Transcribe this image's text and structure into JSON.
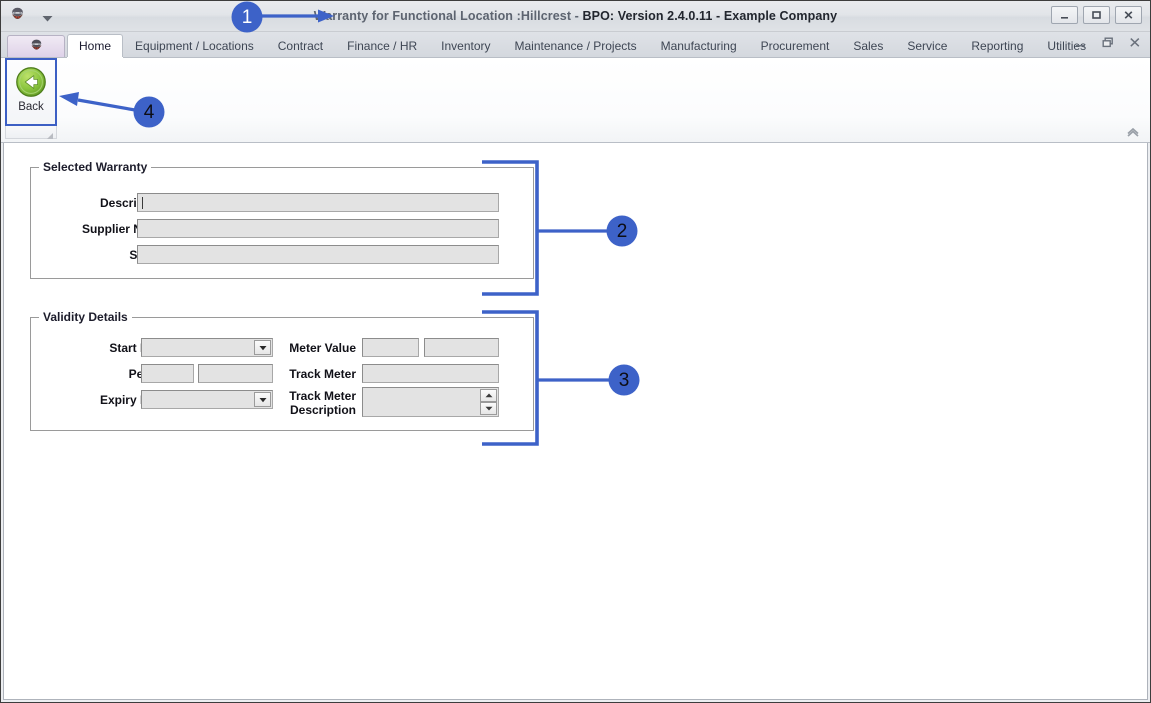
{
  "window": {
    "title_prefix": "Warranty for Functional Location :Hillcrest - ",
    "title_strong": "BPO: Version 2.4.0.11 - Example Company",
    "logo_icon": "app-logo-icon",
    "qat_dropdown_icon": "chevron-down-icon",
    "outer_controls": [
      {
        "name": "minimize-button",
        "glyph": "—"
      },
      {
        "name": "maximize-button",
        "glyph": "▭"
      },
      {
        "name": "close-button",
        "glyph": "✕"
      }
    ],
    "inner_controls": [
      {
        "name": "mdi-minimize-button",
        "glyph": "—"
      },
      {
        "name": "mdi-restore-button",
        "glyph": "❐"
      },
      {
        "name": "mdi-close-button",
        "glyph": "✕"
      }
    ]
  },
  "ribbon": {
    "app_button_icon": "app-menu-icon",
    "tabs": [
      {
        "label": "Home",
        "active": true
      },
      {
        "label": "Equipment / Locations",
        "active": false
      },
      {
        "label": "Contract",
        "active": false
      },
      {
        "label": "Finance / HR",
        "active": false
      },
      {
        "label": "Inventory",
        "active": false
      },
      {
        "label": "Maintenance / Projects",
        "active": false
      },
      {
        "label": "Manufacturing",
        "active": false
      },
      {
        "label": "Procurement",
        "active": false
      },
      {
        "label": "Sales",
        "active": false
      },
      {
        "label": "Service",
        "active": false
      },
      {
        "label": "Reporting",
        "active": false
      },
      {
        "label": "Utilities",
        "active": false
      }
    ],
    "back_button": {
      "label": "Back",
      "icon": "back-arrow-icon"
    },
    "collapse_icon": "chevron-up-icon",
    "resize_grip_icon": "resize-grip-icon"
  },
  "selected_warranty": {
    "title": "Selected Warranty",
    "fields": [
      {
        "label": "Description",
        "name": "description-input",
        "value": "",
        "placeholder": "",
        "focused": true
      },
      {
        "label": "Supplier Name",
        "name": "supplier-name-input",
        "value": "",
        "placeholder": "",
        "focused": false
      },
      {
        "label": "Status",
        "name": "status-input",
        "value": "",
        "placeholder": "",
        "focused": false
      }
    ]
  },
  "validity_details": {
    "title": "Validity Details",
    "left_fields": [
      {
        "label": "Start Date",
        "name": "start-date-combo",
        "type": "combo",
        "value": ""
      },
      {
        "label": "Period",
        "name": "period-input",
        "type": "split",
        "value": "",
        "value2": ""
      },
      {
        "label": "Expiry Date",
        "name": "expiry-date-combo",
        "type": "combo",
        "value": ""
      }
    ],
    "right_fields": [
      {
        "label": "Meter Value",
        "name": "meter-value-input",
        "type": "split",
        "value": "",
        "value2": ""
      },
      {
        "label": "Track Meter",
        "name": "track-meter-input",
        "type": "text",
        "value": ""
      },
      {
        "label": "Track Meter Description",
        "name": "track-meter-description-input",
        "type": "spinner",
        "value": ""
      }
    ]
  },
  "annotations": {
    "accent_color": "#3d62c8",
    "markers": [
      {
        "id": "1",
        "label": "1",
        "target": "window-title"
      },
      {
        "id": "2",
        "label": "2",
        "target": "selected-warranty-group"
      },
      {
        "id": "3",
        "label": "3",
        "target": "validity-details-group"
      },
      {
        "id": "4",
        "label": "4",
        "target": "back-button"
      }
    ]
  }
}
